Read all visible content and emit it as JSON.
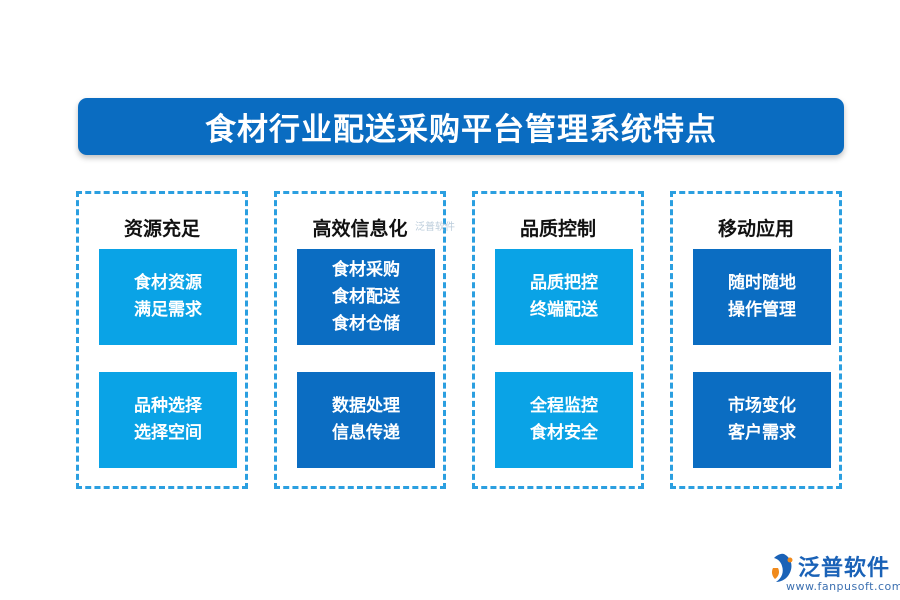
{
  "title": "食材行业配送采购平台管理系统特点",
  "columns": [
    {
      "heading": "资源充足",
      "cards": [
        {
          "lines": [
            "食材资源",
            "满足需求"
          ],
          "shade": "light"
        },
        {
          "lines": [
            "品种选择",
            "选择空间"
          ],
          "shade": "light"
        }
      ]
    },
    {
      "heading": "高效信息化",
      "cards": [
        {
          "lines": [
            "食材采购",
            "食材配送",
            "食材仓储"
          ],
          "shade": "dark"
        },
        {
          "lines": [
            "数据处理",
            "信息传递"
          ],
          "shade": "dark"
        }
      ]
    },
    {
      "heading": "品质控制",
      "cards": [
        {
          "lines": [
            "品质把控",
            "终端配送"
          ],
          "shade": "light"
        },
        {
          "lines": [
            "全程监控",
            "食材安全"
          ],
          "shade": "light"
        }
      ]
    },
    {
      "heading": "移动应用",
      "cards": [
        {
          "lines": [
            "随时随地",
            "操作管理"
          ],
          "shade": "dark"
        },
        {
          "lines": [
            "市场变化",
            "客户需求"
          ],
          "shade": "dark"
        }
      ]
    }
  ],
  "watermark": "泛普软件",
  "logo": {
    "name": "泛普软件",
    "url": "www.fanpusoft.com"
  },
  "colors": {
    "banner": "#0a6cc1",
    "dashed_border": "#2b9fe0",
    "card_light": "#0aa3e6",
    "card_dark": "#0b6dc2",
    "logo_blue": "#1a62b7",
    "logo_orange": "#f08a1c"
  }
}
